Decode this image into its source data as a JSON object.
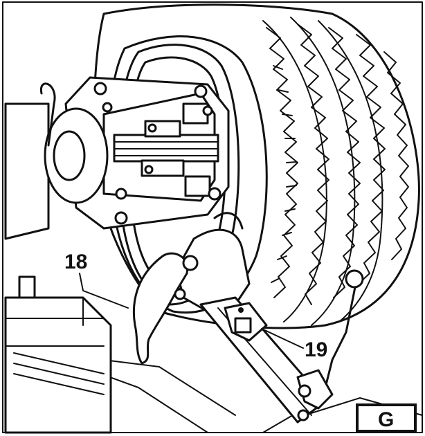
{
  "callouts": {
    "part_18": "18",
    "part_19": "19"
  },
  "panel_label": "G",
  "colors": {
    "ink": "#111111",
    "paper": "#ffffff"
  }
}
